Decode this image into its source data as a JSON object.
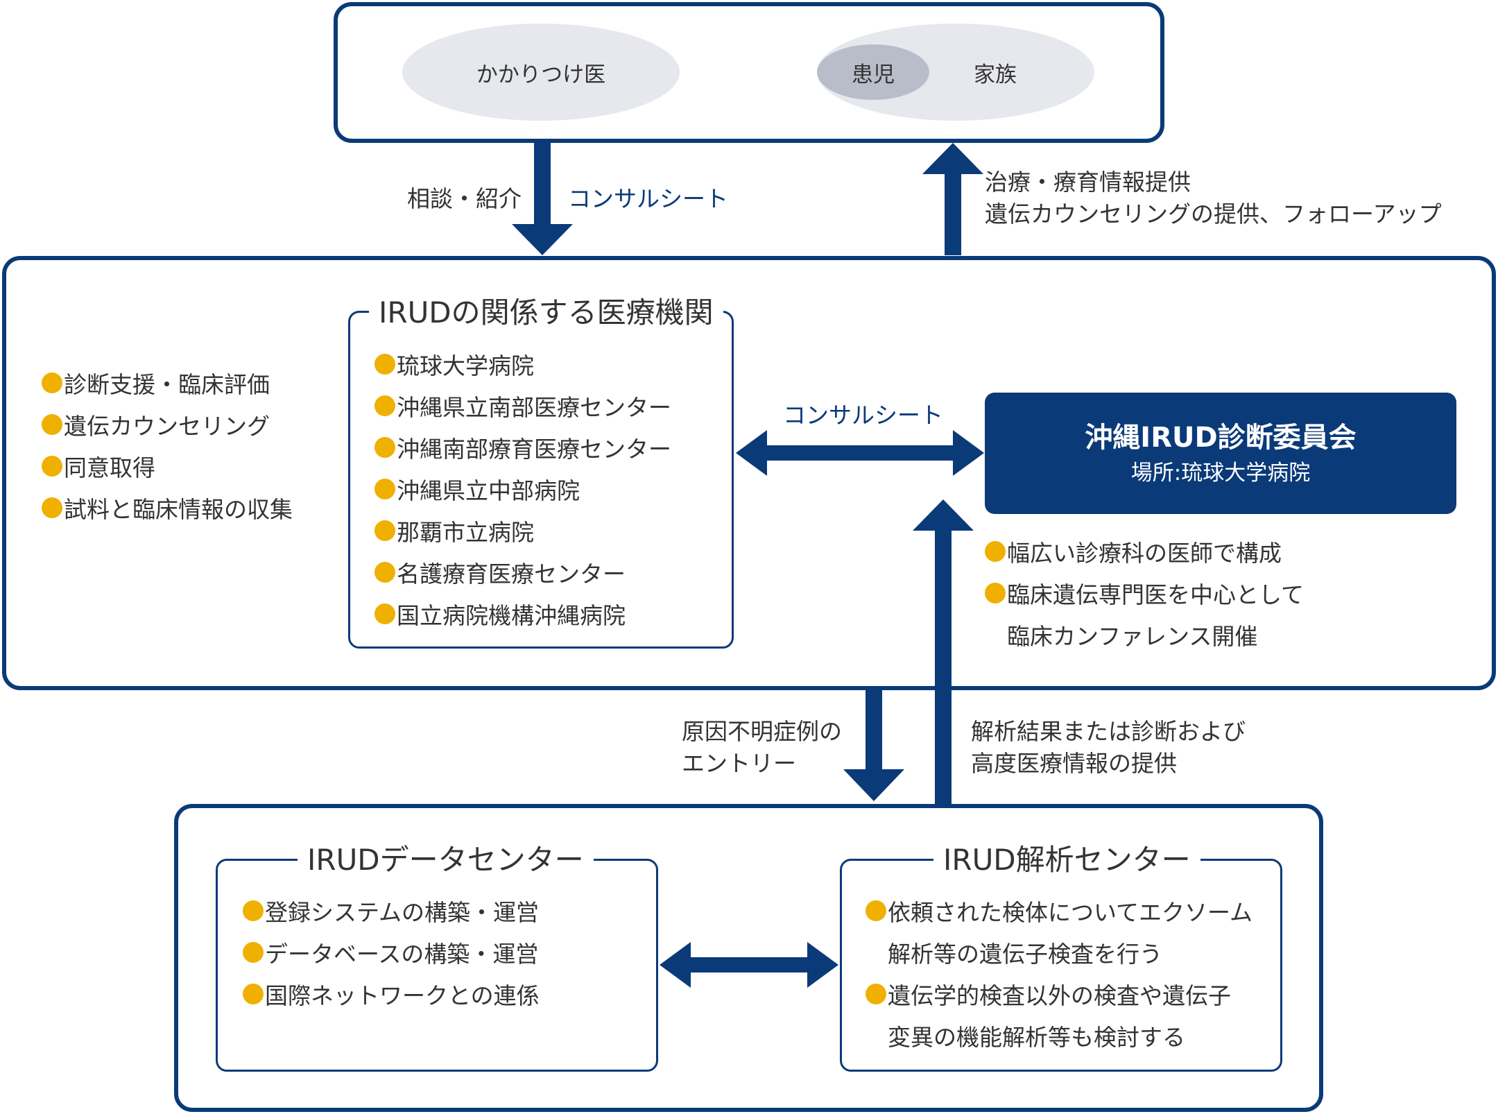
{
  "colors": {
    "navy": "#0a3a78",
    "bullet": "#f0b000",
    "ellipse_light": "#e6e8ee",
    "ellipse_dark": "#b9bdca"
  },
  "top": {
    "doctor": "かかりつけ医",
    "patient": "患児",
    "family": "家族"
  },
  "flow": {
    "consult_label": "相談・紹介",
    "consult_sheet_top": "コンサルシート",
    "provide_lines": [
      "治療・療育情報提供",
      "遺伝カウンセリングの提供、フォローアップ"
    ],
    "consult_sheet_mid": "コンサルシート",
    "entry_lines": [
      "原因不明症例の",
      "エントリー"
    ],
    "result_lines": [
      "解析結果または診断および",
      "高度医療情報の提供"
    ]
  },
  "middle": {
    "roles": [
      "診断支援・臨床評価",
      "遺伝カウンセリング",
      "同意取得",
      "試料と臨床情報の収集"
    ],
    "institutions": {
      "title": "IRUDの関係する医療機関",
      "items": [
        "琉球大学病院",
        "沖縄県立南部医療センター",
        "沖縄南部療育医療センター",
        "沖縄県立中部病院",
        "那覇市立病院",
        "名護療育医療センター",
        "国立病院機構沖縄病院"
      ]
    },
    "committee": {
      "title": "沖縄IRUD診断委員会",
      "location": "場所:琉球大学病院",
      "notes": [
        {
          "text": "幅広い診療科の医師で構成",
          "bullet": true
        },
        {
          "text": "臨床遺伝専門医を中心として",
          "bullet": true
        },
        {
          "text": "臨床カンファレンス開催",
          "bullet": false
        }
      ]
    }
  },
  "bottom": {
    "data_center": {
      "title": "IRUDデータセンター",
      "items": [
        {
          "text": "登録システムの構築・運営",
          "bullet": true
        },
        {
          "text": "データベースの構築・運営",
          "bullet": true
        },
        {
          "text": "国際ネットワークとの連係",
          "bullet": true
        }
      ]
    },
    "analysis_center": {
      "title": "IRUD解析センター",
      "items": [
        {
          "text": "依頼された検体についてエクソーム",
          "bullet": true
        },
        {
          "text": "解析等の遺伝子検査を行う",
          "bullet": false
        },
        {
          "text": "遺伝学的検査以外の検査や遺伝子",
          "bullet": true
        },
        {
          "text": "変異の機能解析等も検討する",
          "bullet": false
        }
      ]
    }
  }
}
